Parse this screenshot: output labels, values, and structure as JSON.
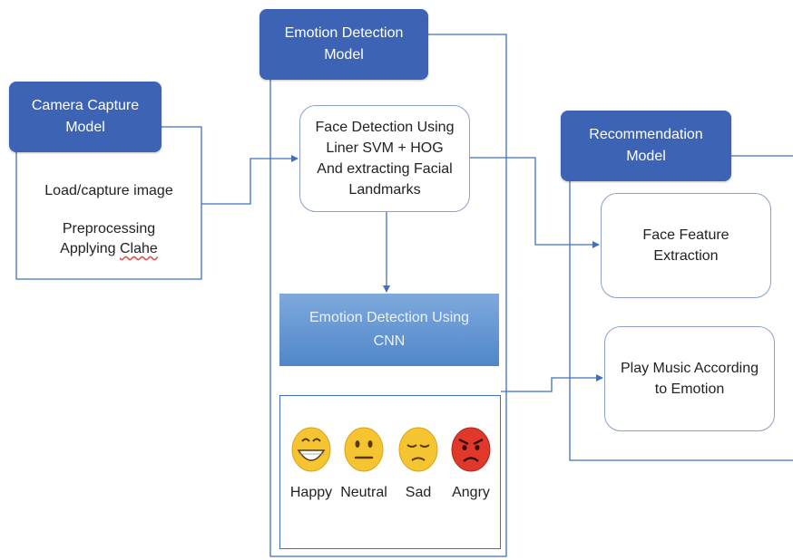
{
  "camera": {
    "title_line1": "Camera Capture",
    "title_line2": "Model",
    "item1": "Load/capture image",
    "item2_line1": "Preprocessing",
    "item2_line2_prefix": "Applying ",
    "item2_line2_word": "Clahe"
  },
  "emotion": {
    "title_line1": "Emotion Detection",
    "title_line2": "Model",
    "face_detect": [
      "Face Detection Using",
      "Liner SVM + HOG",
      "And extracting Facial",
      "Landmarks"
    ],
    "cnn_line1": "Emotion Detection Using",
    "cnn_line2": "CNN",
    "emotions": [
      {
        "label": "Happy",
        "icon": "grinning-face-icon"
      },
      {
        "label": "Neutral",
        "icon": "neutral-face-icon"
      },
      {
        "label": "Sad",
        "icon": "pensive-face-icon"
      },
      {
        "label": "Angry",
        "icon": "angry-face-icon"
      }
    ]
  },
  "recommendation": {
    "title_line1": "Recommendation",
    "title_line2": "Model",
    "feature_line1": "Face Feature",
    "feature_line2": "Extraction",
    "music_line1": "Play Music According",
    "music_line2": "to Emotion"
  },
  "colors": {
    "header": "#3d63b5",
    "connector": "#3f6fc4",
    "cnn_box": "#5f92d2",
    "angry_face": "#e0392b",
    "emoji_yellow": "#f5c431"
  }
}
